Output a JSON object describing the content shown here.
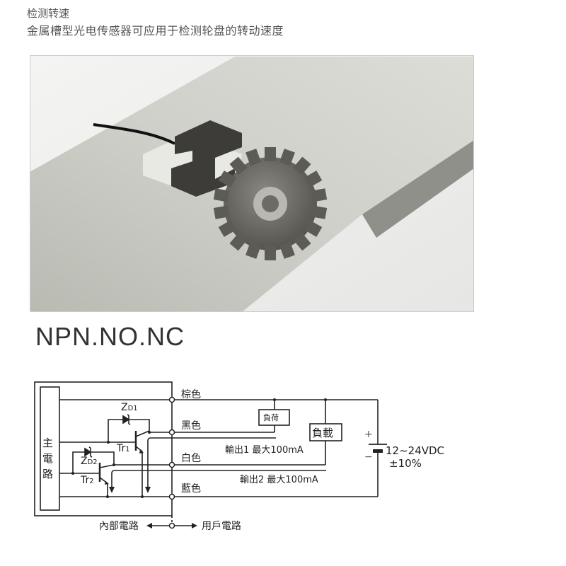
{
  "header": {
    "title": "检测转速",
    "subtitle": "金属槽型光电传感器可应用于检测轮盘的转动速度"
  },
  "model_label": "NPN.NO.NC",
  "circuit": {
    "main_circuit": "主電路",
    "wires": {
      "brown": "棕色",
      "black": "黑色",
      "white": "白色",
      "blue": "藍色"
    },
    "zd1": {
      "main": "Z",
      "sub": "D1"
    },
    "zd2": {
      "main": "Z",
      "sub": "D2"
    },
    "tr1": {
      "main": "Tr",
      "sub": "1"
    },
    "tr2": {
      "main": "Tr",
      "sub": "2"
    },
    "load_small": "負荷",
    "load_large": "負載",
    "output1": "輸出1 最大100mA",
    "output2": "輸出2 最大100mA",
    "plus": "+",
    "minus": "−",
    "voltage": "12~24VDC",
    "tolerance": "±10%",
    "internal": "內部電路",
    "user": "用戶電路"
  }
}
